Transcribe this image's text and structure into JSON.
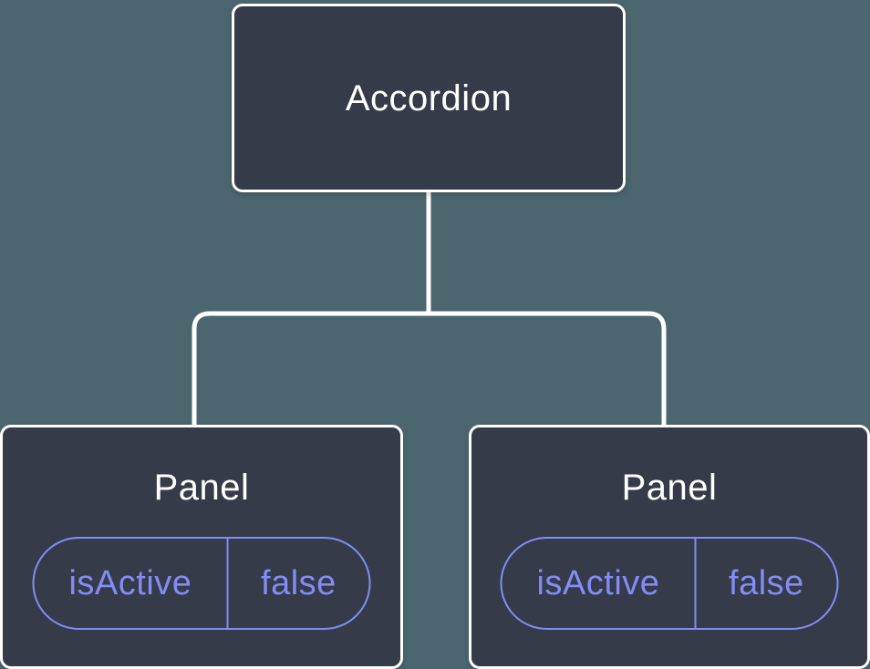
{
  "colors": {
    "background": "#4C6670",
    "node_fill": "#353B48",
    "node_border": "#FFFFFF",
    "accent_purple": "#838CF6",
    "title_text": "#FFFFFF"
  },
  "tree": {
    "root": {
      "label": "Accordion"
    },
    "panels": [
      {
        "label": "Panel",
        "state": {
          "name": "isActive",
          "value": "false"
        }
      },
      {
        "label": "Panel",
        "state": {
          "name": "isActive",
          "value": "false"
        }
      }
    ]
  }
}
